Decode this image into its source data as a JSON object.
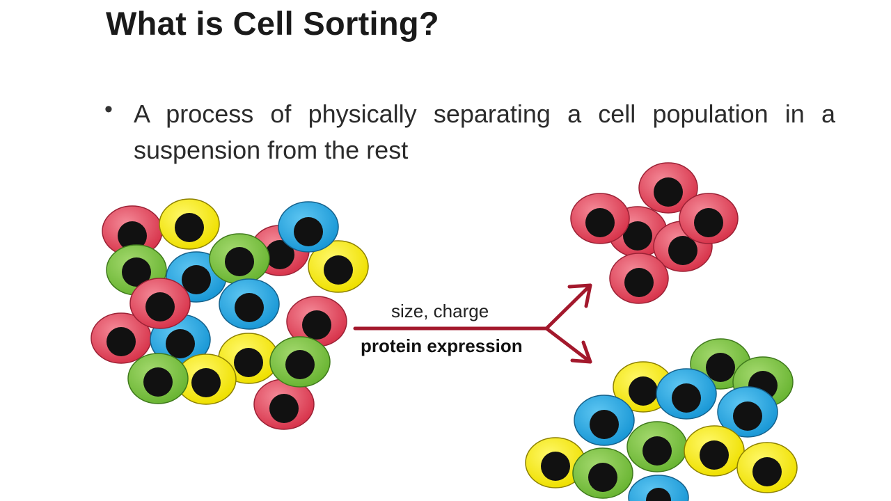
{
  "slide": {
    "title": "What is Cell Sorting?",
    "bullet_symbol": "•",
    "bullet_text": "A process of physically separating a cell population in a suspension from the rest"
  },
  "diagram": {
    "arrow_label_top": "size, charge",
    "arrow_label_bottom": "protein expression",
    "colors": {
      "red": "#e24a5e",
      "yellow": "#f7ec13",
      "blue": "#27a9e1",
      "green": "#7dc242",
      "nucleus": "#111111",
      "arrow": "#a3182c"
    }
  }
}
